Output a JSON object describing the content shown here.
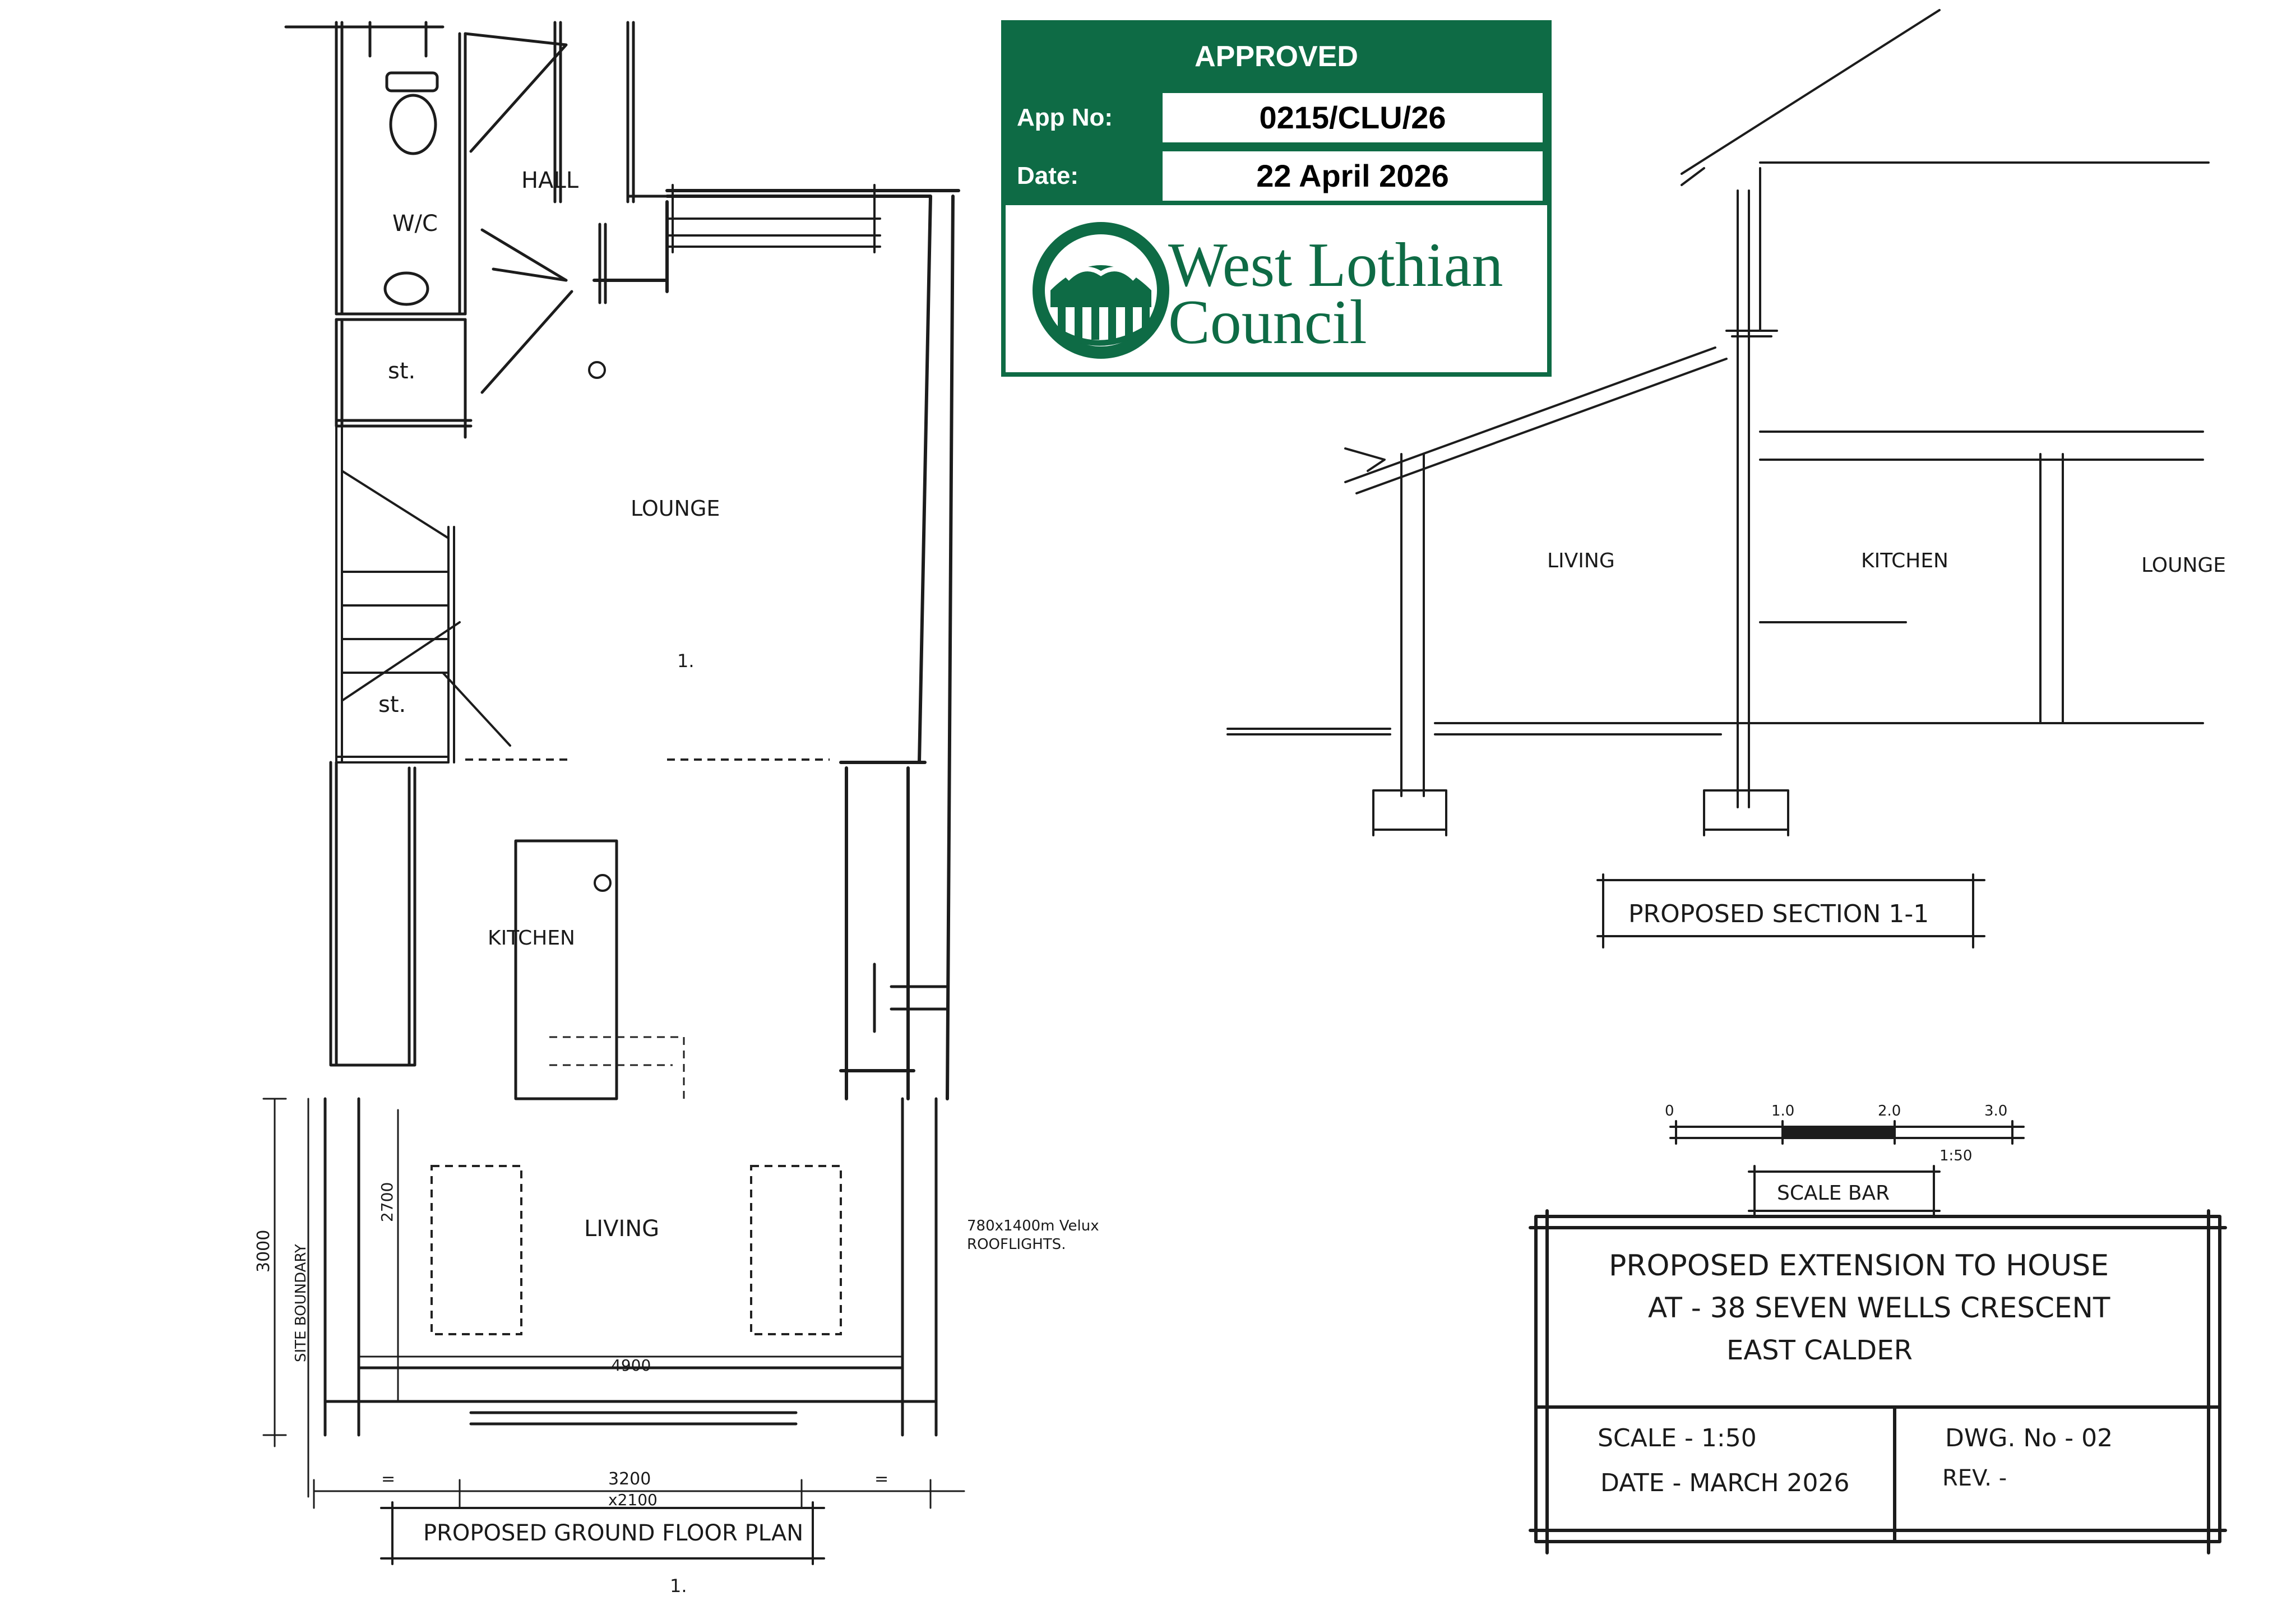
{
  "stamp": {
    "title": "APPROVED",
    "app_no_label": "App No:",
    "app_no_value": "0215/CLU/26",
    "date_label": "Date:",
    "date_value": "22 April 2026",
    "council_line1": "West Lothian",
    "council_line2": "Council",
    "color": "#0e6b45"
  },
  "plan": {
    "rooms": {
      "wc": "W/C",
      "hall": "HALL",
      "store1": "st.",
      "store2": "st.",
      "lounge": "LOUNGE",
      "kitchen": "KITCHEN",
      "living": "LIVING"
    },
    "section_marker": "1.",
    "section_marker_bottom": "1.",
    "dimensions": {
      "depth_3000": "3000",
      "depth_2700": "2700",
      "width_4900": "4900",
      "width_3200": "3200",
      "width_x2100": "x2100",
      "equal_left": "=",
      "equal_right": "="
    },
    "site_boundary": "SITE BOUNDARY",
    "rooflight_note_1": "780x1400m Velux",
    "rooflight_note_2": "ROOFLIGHTS.",
    "title": "PROPOSED GROUND FLOOR PLAN"
  },
  "section": {
    "rooms": {
      "living": "LIVING",
      "kitchen": "KITCHEN",
      "lounge": "LOUNGE"
    },
    "title": "PROPOSED SECTION 1-1"
  },
  "scale_bar": {
    "ticks": [
      "0",
      "1.0",
      "2.0",
      "3.0"
    ],
    "ratio": "1:50",
    "title": "SCALE BAR"
  },
  "title_block": {
    "line1": "PROPOSED EXTENSION TO HOUSE",
    "line2": "AT - 38 SEVEN WELLS CRESCENT",
    "line3": "EAST CALDER",
    "scale": "SCALE - 1:50",
    "drawing_no": "DWG. No - 02",
    "date": "DATE - MARCH 2026",
    "rev": "REV. -"
  }
}
